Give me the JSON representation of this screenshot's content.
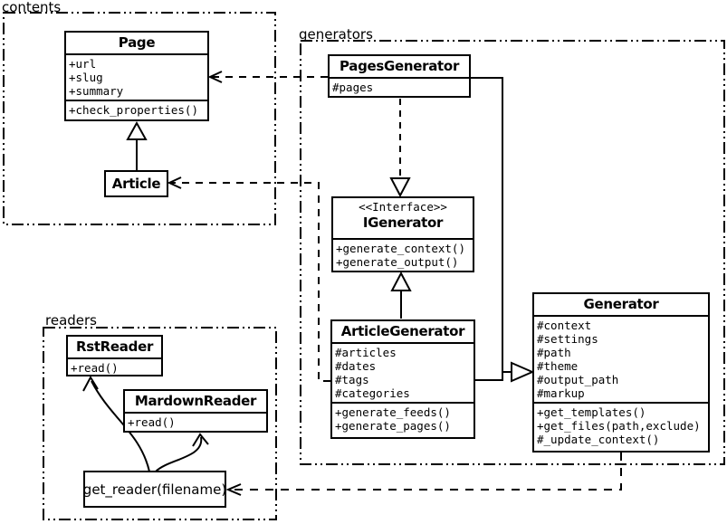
{
  "packages": {
    "contents": {
      "label": "contents"
    },
    "generators": {
      "label": "generators"
    },
    "readers": {
      "label": "readers"
    }
  },
  "classes": {
    "page": {
      "title": "Page",
      "attributes": [
        "+url",
        "+slug",
        "+summary"
      ],
      "methods": [
        "+check_properties()"
      ]
    },
    "article": {
      "title": "Article"
    },
    "pages_generator": {
      "title": "PagesGenerator",
      "attributes": [
        "#pages"
      ]
    },
    "igenerator": {
      "stereotype": "<<Interface>>",
      "title": "IGenerator",
      "methods": [
        "+generate_context()",
        "+generate_output()"
      ]
    },
    "article_generator": {
      "title": "ArticleGenerator",
      "attributes": [
        "#articles",
        "#dates",
        "#tags",
        "#categories"
      ],
      "methods": [
        "+generate_feeds()",
        "+generate_pages()"
      ]
    },
    "generator": {
      "title": "Generator",
      "attributes": [
        "#context",
        "#settings",
        "#path",
        "#theme",
        "#output_path",
        "#markup"
      ],
      "methods": [
        "+get_templates()",
        "+get_files(path,exclude)",
        "#_update_context()"
      ]
    },
    "rst_reader": {
      "title": "RstReader",
      "methods": [
        "+read()"
      ]
    },
    "markdown_reader": {
      "title": "MardownReader",
      "methods": [
        "+read()"
      ]
    },
    "get_reader": {
      "label": "get_reader(filename)"
    }
  },
  "relationships": [
    {
      "from": "Article",
      "to": "Page",
      "type": "generalization",
      "style": "solid"
    },
    {
      "from": "PagesGenerator",
      "to": "Page",
      "type": "dependency",
      "style": "dashed"
    },
    {
      "from": "ArticleGenerator",
      "to": "Article",
      "type": "dependency",
      "style": "dashed"
    },
    {
      "from": "PagesGenerator",
      "to": "IGenerator",
      "type": "realization",
      "style": "dashed"
    },
    {
      "from": "ArticleGenerator",
      "to": "IGenerator",
      "type": "generalization",
      "style": "solid"
    },
    {
      "from": "PagesGenerator",
      "to": "Generator",
      "type": "generalization",
      "style": "solid"
    },
    {
      "from": "ArticleGenerator",
      "to": "Generator",
      "type": "generalization",
      "style": "solid"
    },
    {
      "from": "Generator",
      "to": "get_reader(filename)",
      "type": "dependency",
      "style": "dashed"
    },
    {
      "from": "get_reader(filename)",
      "to": "RstReader",
      "type": "arrow",
      "style": "curved"
    },
    {
      "from": "get_reader(filename)",
      "to": "MardownReader",
      "type": "arrow",
      "style": "curved"
    }
  ],
  "colors": {
    "line": "#000000",
    "background": "#ffffff",
    "box_fill": "#ffffff"
  }
}
